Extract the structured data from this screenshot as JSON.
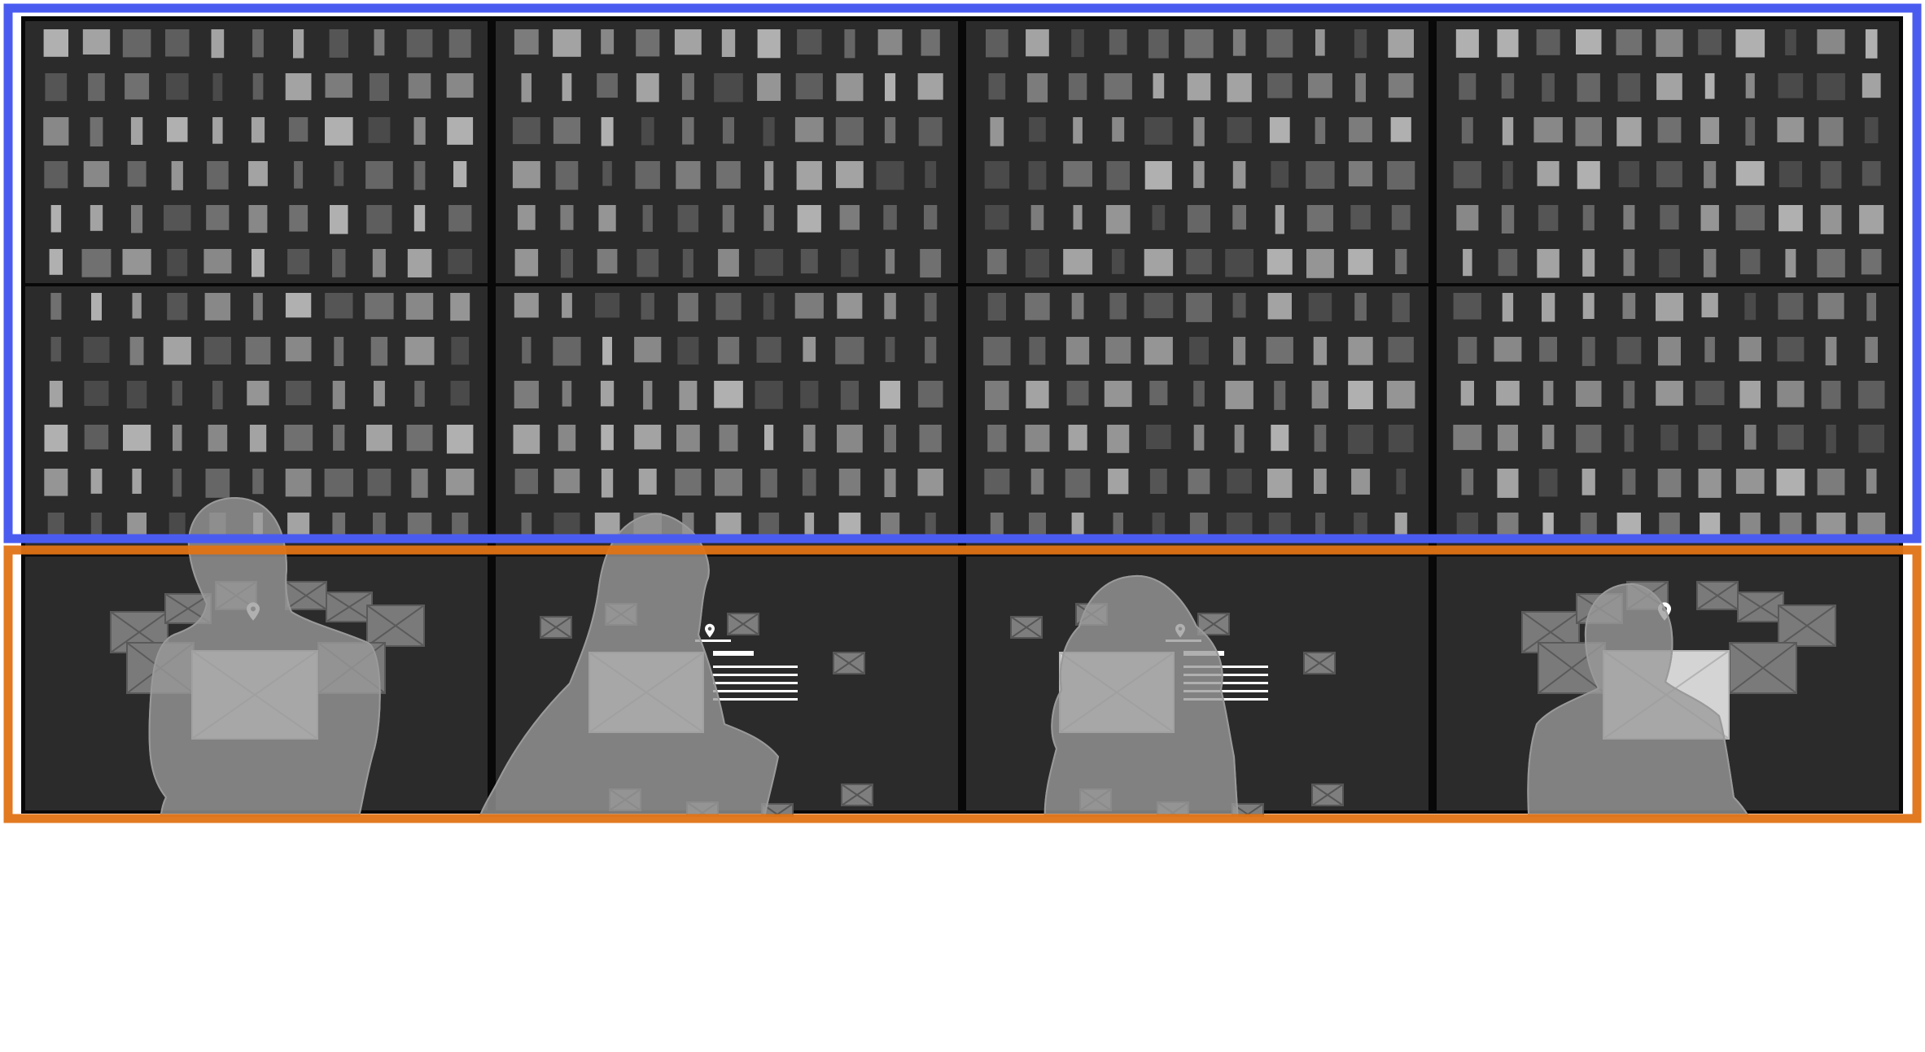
{
  "colors": {
    "background": "#ffffff",
    "screen": "#2b2b2b",
    "bezel": "#080808",
    "upper_zone_outline": "#4a5cf0",
    "lower_zone_outline": "#e07315",
    "silhouette_fill": "#9a9a9a",
    "silhouette_outline": "#8a8a8a",
    "placeholder_image": "#d4d4d4",
    "marker": "#ffffff"
  },
  "wall": {
    "upper_zone": {
      "columns": 4,
      "rows": 2,
      "content": "ambient-tile-grid"
    },
    "lower_zone": {
      "columns": 4,
      "panels": [
        {
          "layout": "cluster",
          "focus": "single-image-with-marker"
        },
        {
          "layout": "scatter",
          "focus": "image-with-caption"
        },
        {
          "layout": "scatter",
          "focus": "image-with-caption"
        },
        {
          "layout": "cluster",
          "focus": "single-image-with-marker"
        }
      ]
    }
  },
  "viewers": [
    {
      "pose": "front-facing"
    },
    {
      "pose": "hand-on-hip"
    },
    {
      "pose": "curly-hair"
    },
    {
      "pose": "with-bag"
    }
  ]
}
